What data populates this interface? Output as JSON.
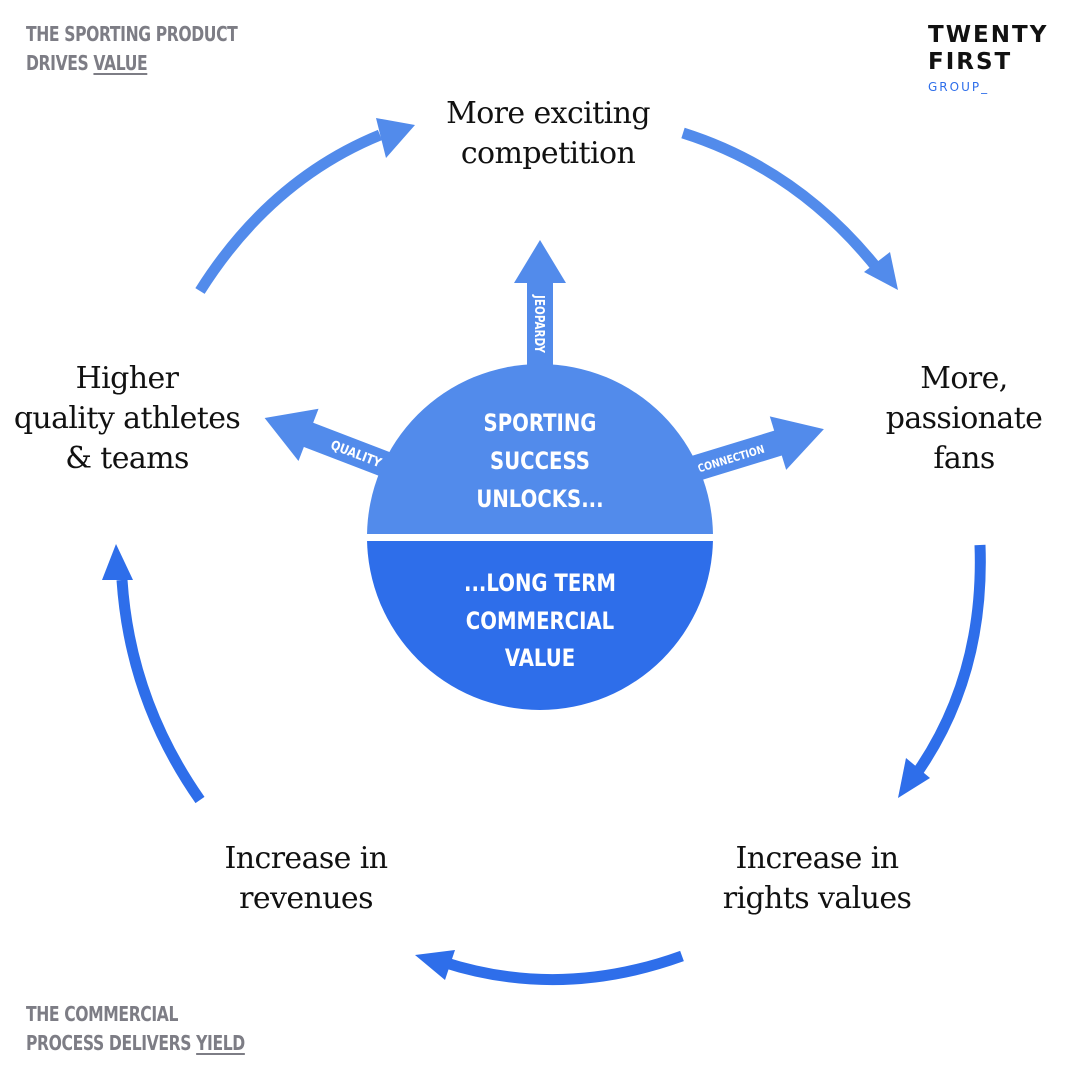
{
  "headings": {
    "top_left": {
      "line1": "THE SPORTING PRODUCT",
      "line2_prefix": "DRIVES ",
      "line2_underlined": "VALUE"
    },
    "bottom_left": {
      "line1": "THE COMMERCIAL",
      "line2_prefix": "PROCESS DELIVERS ",
      "line2_underlined": "YIELD"
    }
  },
  "logo": {
    "line1": "TWENTY",
    "line2": "FIRST",
    "line3": "GROUP_"
  },
  "cycle_nodes": {
    "top": {
      "line1": "More exciting",
      "line2": "competition"
    },
    "right": {
      "line1": "More,",
      "line2": "passionate",
      "line3": "fans"
    },
    "bottom_right": {
      "line1": "Increase in",
      "line2": "rights values"
    },
    "bottom_left": {
      "line1": "Increase in",
      "line2": "revenues"
    },
    "left": {
      "line1": "Higher",
      "line2": "quality athletes",
      "line3": "& teams"
    }
  },
  "center": {
    "top": {
      "line1": "SPORTING",
      "line2": "SUCCESS",
      "line3": "UNLOCKS..."
    },
    "bottom": {
      "line1": "...LONG TERM",
      "line2": "COMMERCIAL",
      "line3": "VALUE"
    }
  },
  "spokes": {
    "up": "JEOPARDY",
    "left": "QUALITY",
    "right": "CONNECTION"
  },
  "colors": {
    "light_blue": "#528BEB",
    "dark_blue": "#2E6EEA",
    "heading_gray": "#7D7D85",
    "text": "#111111"
  }
}
